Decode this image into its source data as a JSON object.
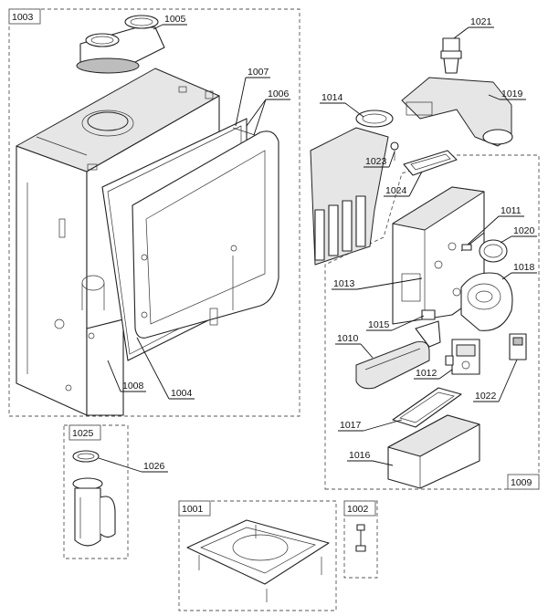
{
  "parts": {
    "p1003": "1003",
    "p1005": "1005",
    "p1007": "1007",
    "p1006": "1006",
    "p1008": "1008",
    "p1004": "1004",
    "p1014": "1014",
    "p1021": "1021",
    "p1019": "1019",
    "p1023": "1023",
    "p1024": "1024",
    "p1011": "1011",
    "p1020": "1020",
    "p1018": "1018",
    "p1013": "1013",
    "p1015": "1015",
    "p1010": "1010",
    "p1012": "1012",
    "p1022": "1022",
    "p1017": "1017",
    "p1016": "1016",
    "p1009": "1009",
    "p1025": "1025",
    "p1026": "1026",
    "p1001": "1001",
    "p1002": "1002"
  }
}
